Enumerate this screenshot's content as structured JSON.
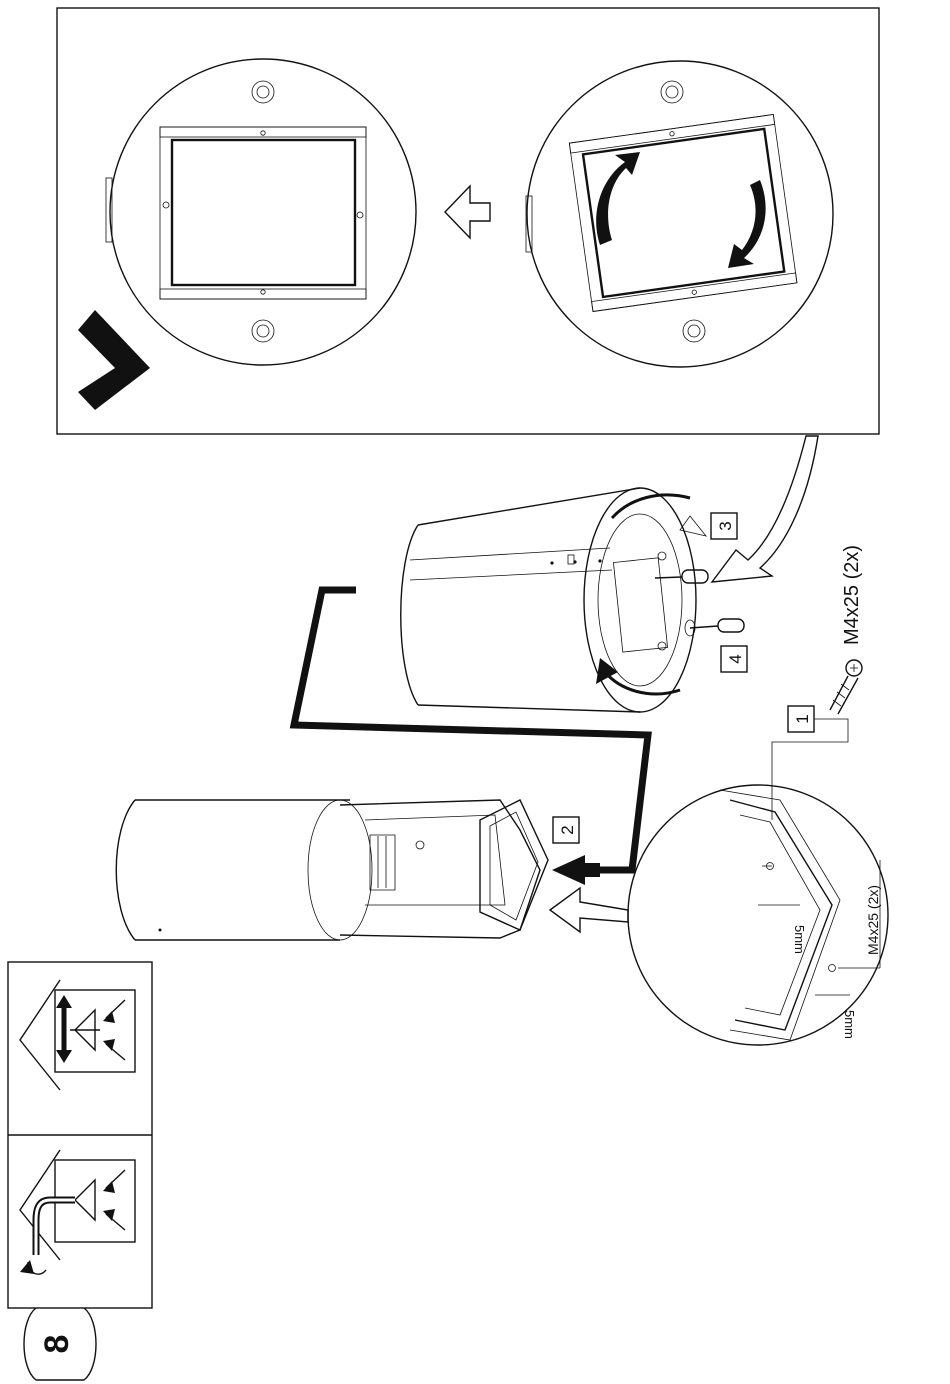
{
  "step_badge": {
    "number": "8"
  },
  "callouts": {
    "c1": "1",
    "c2": "2",
    "c3": "3",
    "c4": "4"
  },
  "screw": {
    "spec": "M4x25 (2x)",
    "detail_spec": "M4x25 (2x)",
    "gap_1": "5mm",
    "gap_2": "5mm"
  },
  "modes": {
    "top": "exhaust-mode-icon",
    "bottom": "recirculation-mode-icon"
  },
  "colors": {
    "ink": "#111111",
    "paper": "#ffffff"
  }
}
